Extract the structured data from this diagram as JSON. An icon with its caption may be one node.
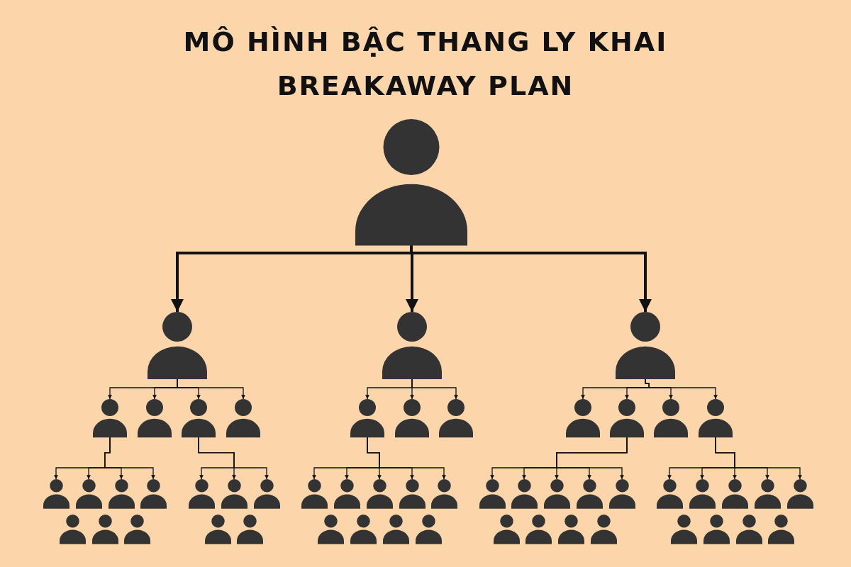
{
  "diagram": {
    "title": "MÔ HÌNH BẬC THANG LY KHAI BREAKAWAY PLAN",
    "nodes": [
      {
        "text": [],
        "shape": "person"
      },
      {
        "text": [],
        "shape": "person"
      },
      {
        "text": [],
        "shape": "person"
      },
      {
        "text": [],
        "shape": "person"
      },
      {
        "text": [],
        "shape": "person"
      },
      {
        "text": [],
        "shape": "person"
      },
      {
        "text": [],
        "shape": "person"
      },
      {
        "text": [],
        "shape": "person"
      },
      {
        "text": [],
        "shape": "person"
      },
      {
        "text": [],
        "shape": "person"
      },
      {
        "text": [],
        "shape": "person"
      },
      {
        "text": [],
        "shape": "person"
      },
      {
        "text": [],
        "shape": "person"
      },
      {
        "text": [],
        "shape": "person"
      },
      {
        "text": [],
        "shape": "person"
      },
      {
        "text": [],
        "shape": "person"
      },
      {
        "text": [],
        "shape": "person"
      },
      {
        "text": [],
        "shape": "person"
      },
      {
        "text": [],
        "shape": "person"
      },
      {
        "text": [],
        "shape": "person"
      },
      {
        "text": [],
        "shape": "person"
      },
      {
        "text": [],
        "shape": "person"
      },
      {
        "text": [],
        "shape": "person"
      },
      {
        "text": [],
        "shape": "person"
      },
      {
        "text": [],
        "shape": "person"
      },
      {
        "text": [],
        "shape": "person"
      },
      {
        "text": [],
        "shape": "person"
      },
      {
        "text": [],
        "shape": "person"
      },
      {
        "text": [],
        "shape": "person"
      },
      {
        "text": [],
        "shape": "person"
      },
      {
        "text": [],
        "shape": "person"
      },
      {
        "text": [],
        "shape": "person"
      },
      {
        "text": [],
        "shape": "person"
      },
      {
        "text": [],
        "shape": "person"
      },
      {
        "text": [],
        "shape": "person"
      },
      {
        "text": [],
        "shape": "person"
      },
      {
        "text": [],
        "shape": "person"
      },
      {
        "text": [],
        "shape": "person"
      },
      {
        "text": [],
        "shape": "person"
      },
      {
        "text": [],
        "shape": "person"
      },
      {
        "text": [],
        "shape": "person"
      },
      {
        "text": [],
        "shape": "person"
      },
      {
        "text": [],
        "shape": "person"
      },
      {
        "text": [],
        "shape": "person"
      },
      {
        "text": [],
        "shape": "person"
      },
      {
        "text": [],
        "shape": "person"
      },
      {
        "text": [],
        "shape": "person"
      },
      {
        "text": [],
        "shape": "person"
      },
      {
        "text": [],
        "shape": "person"
      },
      {
        "text": [],
        "shape": "person"
      },
      {
        "text": [],
        "shape": "person"
      },
      {
        "text": [],
        "shape": "person"
      },
      {
        "text": [],
        "shape": "person"
      },
      {
        "text": [],
        "shape": "person"
      }
    ],
    "edges": [
      {
        "from": 0,
        "to": 1,
        "arrow": "to",
        "style": "thick"
      },
      {
        "from": 0,
        "to": 2,
        "arrow": "to",
        "style": "thick"
      },
      {
        "from": 0,
        "to": 3,
        "arrow": "to",
        "style": "thick"
      },
      {
        "from": 1,
        "to": 4,
        "arrow": "to"
      },
      {
        "from": 1,
        "to": 5,
        "arrow": "to"
      },
      {
        "from": 1,
        "to": 6,
        "arrow": "to"
      },
      {
        "from": 1,
        "to": 7,
        "arrow": "to"
      },
      {
        "from": 2,
        "to": 8,
        "arrow": "to"
      },
      {
        "from": 2,
        "to": 9,
        "arrow": "to"
      },
      {
        "from": 2,
        "to": 10,
        "arrow": "to"
      },
      {
        "from": 3,
        "to": 11,
        "arrow": "to"
      },
      {
        "from": 3,
        "to": 12,
        "arrow": "to"
      },
      {
        "from": 3,
        "to": 13,
        "arrow": "to"
      },
      {
        "from": 3,
        "to": 14,
        "arrow": "to"
      },
      {
        "from": 4,
        "to": 15,
        "arrow": "to"
      },
      {
        "from": 4,
        "to": 16,
        "arrow": "to"
      },
      {
        "from": 4,
        "to": 17,
        "arrow": "to"
      },
      {
        "from": 4,
        "to": 18,
        "arrow": "to"
      },
      {
        "from": 6,
        "to": 19,
        "arrow": "to"
      },
      {
        "from": 6,
        "to": 20,
        "arrow": "to"
      },
      {
        "from": 6,
        "to": 21,
        "arrow": "to"
      },
      {
        "from": 8,
        "to": 22,
        "arrow": "to"
      },
      {
        "from": 8,
        "to": 23,
        "arrow": "to"
      },
      {
        "from": 8,
        "to": 24,
        "arrow": "to"
      },
      {
        "from": 8,
        "to": 25,
        "arrow": "to"
      },
      {
        "from": 8,
        "to": 26,
        "arrow": "to"
      },
      {
        "from": 12,
        "to": 27,
        "arrow": "to"
      },
      {
        "from": 12,
        "to": 28,
        "arrow": "to"
      },
      {
        "from": 12,
        "to": 29,
        "arrow": "to"
      },
      {
        "from": 12,
        "to": 30,
        "arrow": "to"
      },
      {
        "from": 12,
        "to": 31,
        "arrow": "to"
      },
      {
        "from": 14,
        "to": 32,
        "arrow": "to"
      },
      {
        "from": 14,
        "to": 33,
        "arrow": "to"
      },
      {
        "from": 14,
        "to": 34,
        "arrow": "to"
      },
      {
        "from": 14,
        "to": 35,
        "arrow": "to"
      },
      {
        "from": 14,
        "to": 36,
        "arrow": "to"
      }
    ]
  }
}
